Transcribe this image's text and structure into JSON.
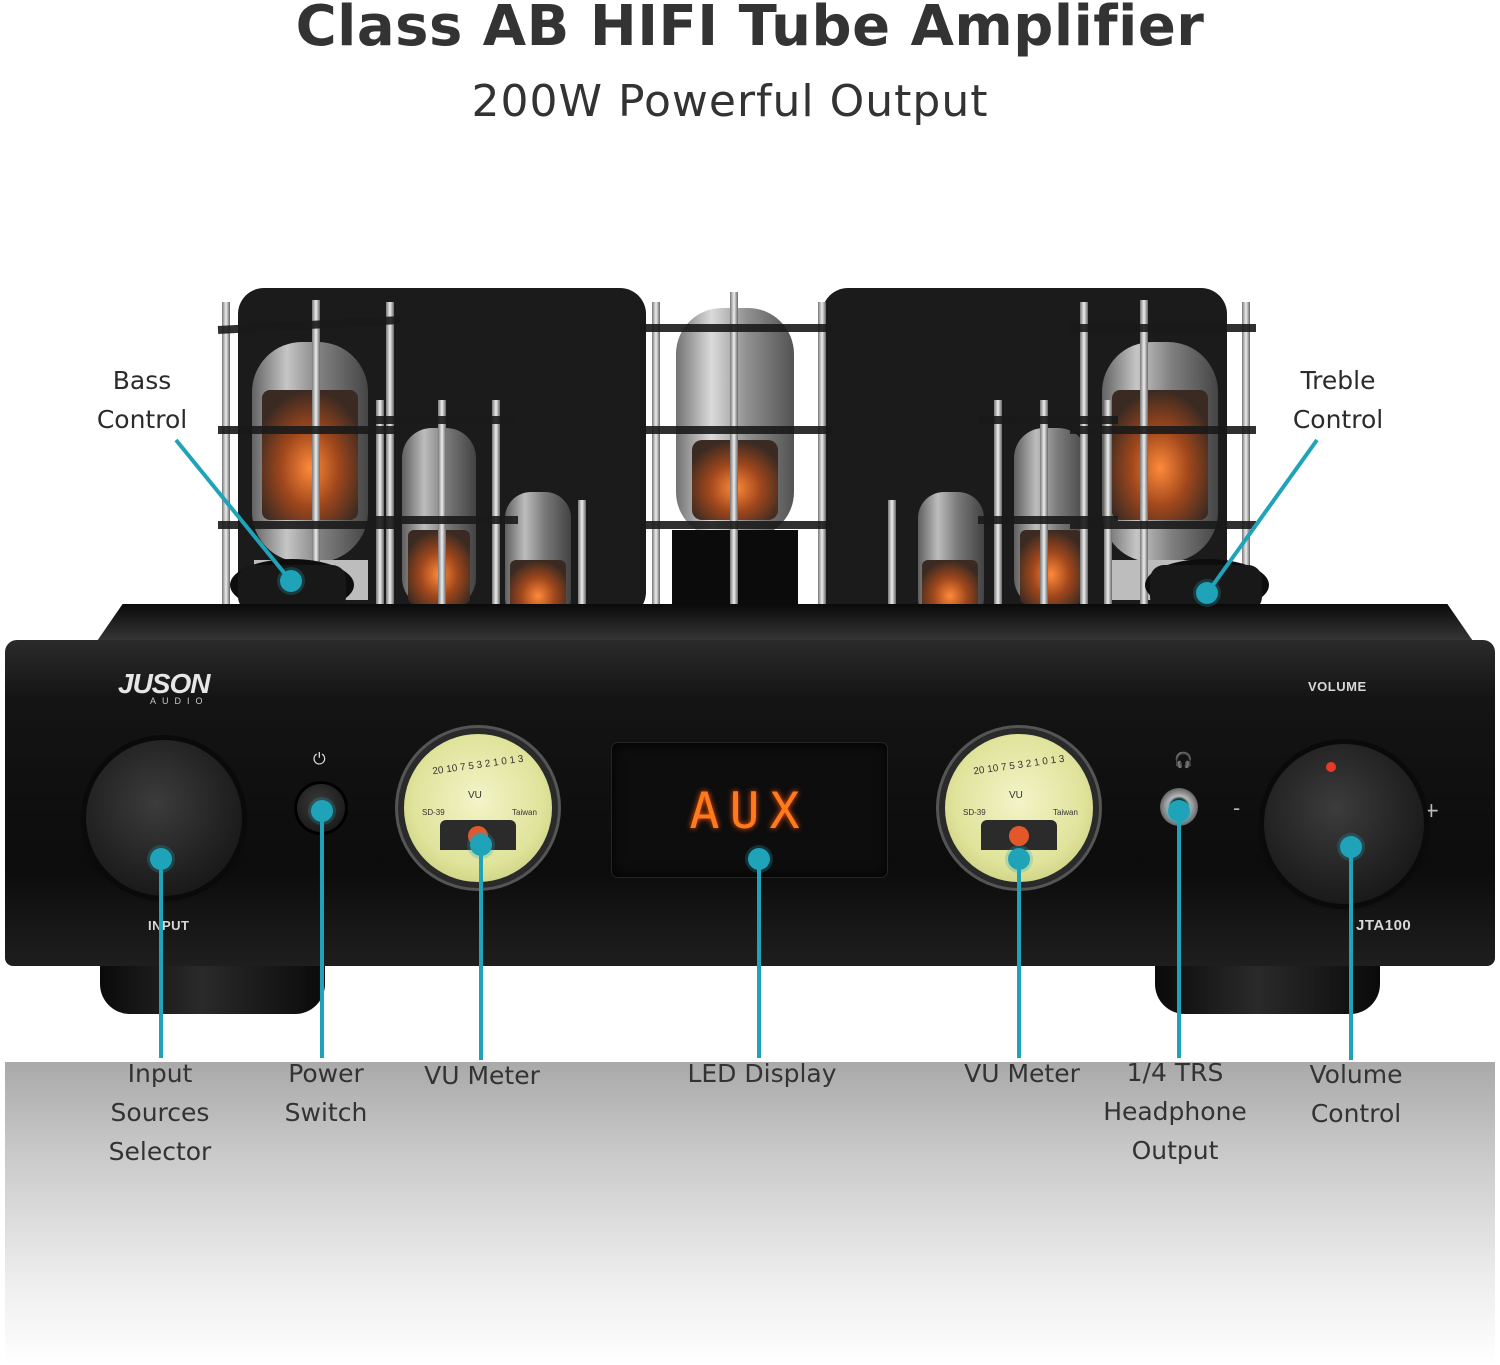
{
  "header": {
    "title": "Class AB HIFI Tube Amplifier",
    "subtitle": "200W Powerful Output"
  },
  "callouts": {
    "bass": "Bass\nControl",
    "treble": "Treble\nControl",
    "input": "Input\nSources\nSelector",
    "power": "Power\nSwitch",
    "vu_left": "VU Meter",
    "led": "LED Display",
    "vu_right": "VU Meter",
    "headphone": "1/4 TRS\nHeadphone\nOutput",
    "volume": "Volume\nControl"
  },
  "panel": {
    "brand": "JUSON",
    "brand_sub": "AUDIO",
    "volume_label": "VOLUME",
    "input_label": "INPUT",
    "model": "JTA100",
    "led_text": "AUX",
    "meter_scale": "20 10 7 5 3 2 1 0 1 3",
    "meter_vu": "VU",
    "meter_left_code": "SD-39",
    "meter_right_code": "Taiwan",
    "volume_minus": "-",
    "volume_plus": "+"
  },
  "colors": {
    "accent_callout": "#1fa3b8",
    "text": "#333333",
    "led_orange": "#ff7a1c",
    "chassis": "#111111"
  }
}
